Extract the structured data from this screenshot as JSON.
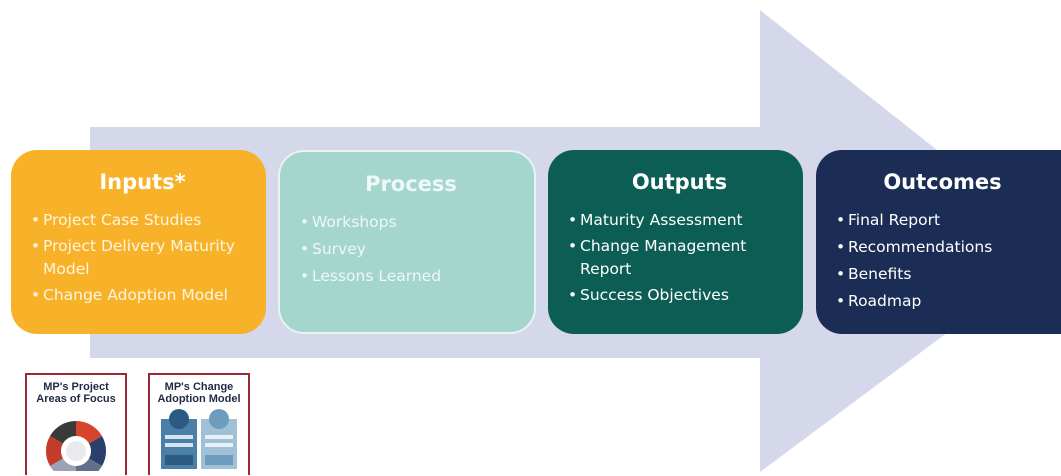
{
  "cards": [
    {
      "title": "Inputs*",
      "items": [
        "Project Case Studies",
        "Project Delivery Maturity Model",
        "Change Adoption Model"
      ],
      "color": "#f8b22a"
    },
    {
      "title": "Process",
      "items": [
        "Workshops",
        "Survey",
        "Lessons Learned"
      ],
      "color": "#a4d6ce"
    },
    {
      "title": "Outputs",
      "items": [
        "Maturity Assessment",
        "Change Management Report",
        "Success Objectives"
      ],
      "color": "#0c5e54"
    },
    {
      "title": "Outcomes",
      "items": [
        "Final Report",
        "Recommendations",
        "Benefits",
        "Roadmap"
      ],
      "color": "#1c2d55"
    }
  ],
  "thumbnails": [
    {
      "title": "MP's Project Areas of Focus"
    },
    {
      "title": "MP's Change Adoption Model"
    }
  ],
  "arrow_color": "#d4d8ea"
}
